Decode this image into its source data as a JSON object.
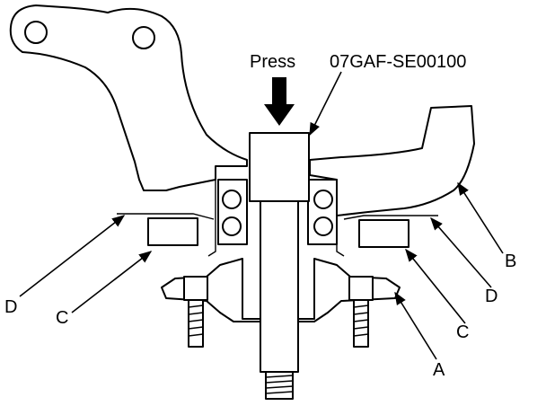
{
  "labels": {
    "press": "Press",
    "tool": "07GAF-SE00100",
    "a": "A",
    "b": "B",
    "c_left": "C",
    "c_right": "C",
    "d_left": "D",
    "d_right": "D"
  }
}
